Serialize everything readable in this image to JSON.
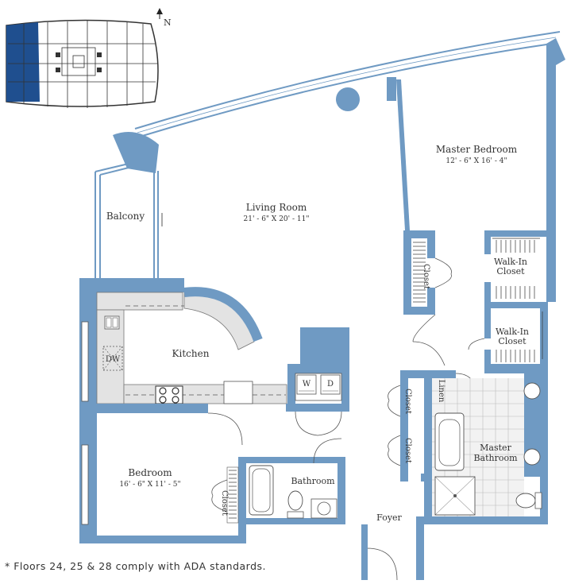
{
  "rooms": {
    "living_room": {
      "name": "Living Room",
      "dims": "21' - 6\" X 20' - 11\""
    },
    "master_bedroom": {
      "name": "Master Bedroom",
      "dims": "12' - 6\" X 16' - 4\""
    },
    "bedroom": {
      "name": "Bedroom",
      "dims": "16' - 6\" X 11' - 5\""
    },
    "balcony": {
      "name": "Balcony"
    },
    "kitchen": {
      "name": "Kitchen"
    },
    "bathroom": {
      "name": "Bathroom"
    },
    "master_bathroom_line1": "Master",
    "master_bathroom_line2": "Bathroom",
    "foyer": {
      "name": "Foyer"
    },
    "walkin_closet_1_line1": "Walk-In",
    "walkin_closet_1_line2": "Closet",
    "walkin_closet_2_line1": "Walk-In",
    "walkin_closet_2_line2": "Closet",
    "closet_master": "Closet",
    "closet_bedroom": "Closet",
    "closet_hall_1": "Closet",
    "closet_hall_2": "Closet",
    "linen": "Linen"
  },
  "fixtures": {
    "dishwasher": "DW",
    "washer": "W",
    "dryer": "D"
  },
  "compass": {
    "label": "N"
  },
  "footnote": "* Floors 24, 25 & 28 comply with ADA standards.",
  "colors": {
    "wall": "#6f9ac3",
    "wall_dark": "#4a7fb0",
    "highlight": "#1f4f8f",
    "floor_gray": "#e3e3e3",
    "line": "#555555"
  }
}
